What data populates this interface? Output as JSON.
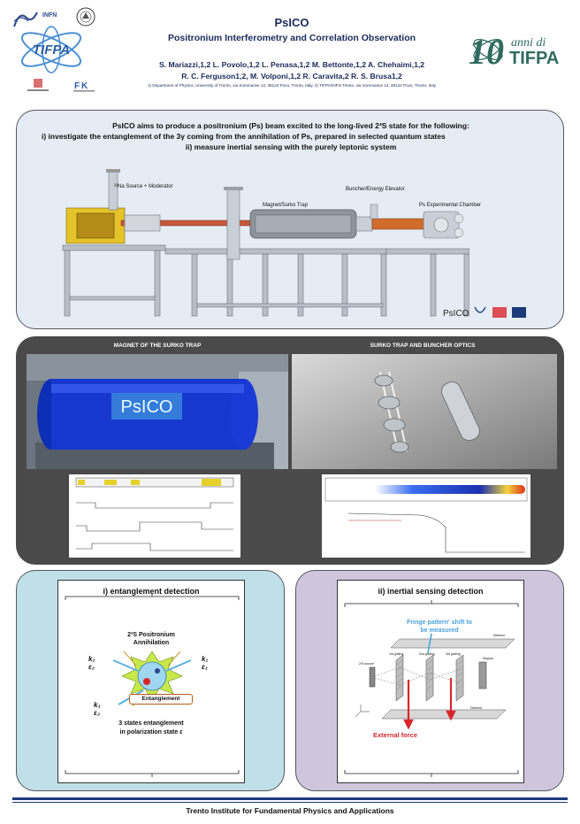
{
  "header": {
    "title": "PsICO",
    "subtitle": "Positronium Interferometry and Correlation Observation",
    "authors_line1": "S. Mariazzi,1,2 L. Povolo,1,2 L. Penasa,1,2 M. Bettonte,1,2 A. Chehaimi,1,2",
    "authors_line2": "R. C. Ferguson1,2, M. Volponi,1,2 R. Caravita,2 R. S. Brusa1,2",
    "affiliations": "1) Department of Physics, University of Trento, via Sommarive 14, 38123 Povo, Trento, Italy, 2) TIFPA/INFN Trento, via Sommarive 14, 38123 Povo, Trento, Italy",
    "logo_infn": "INFN",
    "logo_tifpa": "TIFPA",
    "anniversary_num": "10",
    "anniversary_text": "anni di",
    "anniversary_brand": "TIFPA"
  },
  "intro": {
    "line1": "PsICO aims to produce a positronium (Ps) beam excited to the long-lived 2³S state for the following:",
    "line2": "i)    investigate the entanglement of the 3γ coming from the annihilation of Ps, prepared in selected quantum states",
    "line3": "ii)    measure inertial sensing with the purely leptonic system"
  },
  "machine_labels": {
    "source": "²²Na Source + Moderator",
    "magnet": "Magnet/Surko Trap",
    "buncher": "Buncher/Energy Elevator",
    "chamber": "Ps Experimental Chamber"
  },
  "photos": {
    "left_title": "MAGNET OF THE SURKO TRAP",
    "right_title": "SURKO TRAP AND BUNCHER OPTICS",
    "magnet_logo": "PsICO"
  },
  "entanglement": {
    "title": "i) entanglement detection",
    "top_line1": "2³S Positronium",
    "top_line2": "Annihilation",
    "k2": "k₂",
    "e2": "ε₂",
    "k1": "k₁",
    "e1": "ε₁",
    "k3": "k₃",
    "e3": "ε₃",
    "box_label": "Entanglement",
    "bottom_line1": "3 states entanglement",
    "bottom_line2": "in polarization state ε"
  },
  "inertial": {
    "title": "ii) inertial sensing detection",
    "fringe_line1": "Fringe pattern' shift to",
    "fringe_line2": "be measured",
    "external_force": "External force",
    "grating1": "1st grating",
    "grating2": "2nd grating",
    "grating3": "3rd grating",
    "source": "2³S source",
    "stopper": "Stopper",
    "detector_top": "Detector",
    "detector_bottom": "Detector"
  },
  "footer": {
    "text": "Trento Institute for Fundamental Physics and Applications"
  }
}
